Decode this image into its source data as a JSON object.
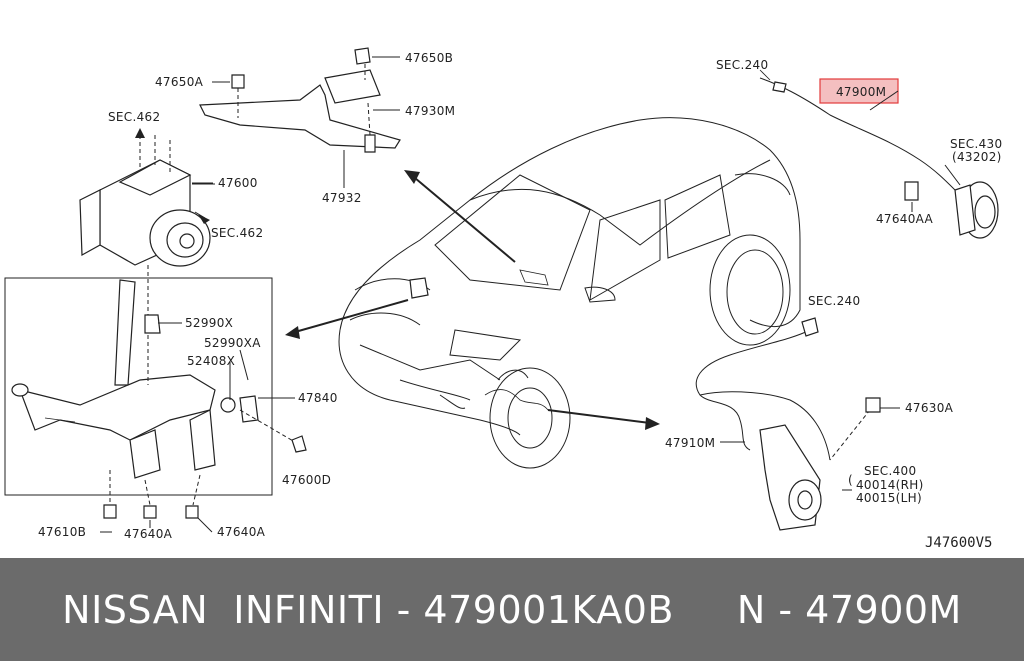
{
  "diagram": {
    "labels": {
      "sec_240_top": "SEC.240",
      "part_47900m": "47900M",
      "sec_430": "SEC.430",
      "part_43202": "(43202)",
      "part_47640aa": "47640AA",
      "part_47650a": "47650A",
      "part_47650b": "47650B",
      "part_47930m": "47930M",
      "part_47932": "47932",
      "sec_462_top": "SEC.462",
      "part_47600": "47600",
      "sec_462_side": "SEC.462",
      "part_52990x": "52990X",
      "part_52990xa": "52990XA",
      "part_52408x": "52408X",
      "part_47840": "47840",
      "part_47600d": "47600D",
      "part_47610b": "47610B",
      "part_47640a_left": "47640A",
      "part_47640a_right": "47640A",
      "sec_240_mid": "SEC.240",
      "part_47630a": "47630A",
      "part_47910m": "47910M",
      "sec_400": "SEC.400",
      "part_40014": "40014(RH)",
      "part_40015": "40015(LH)",
      "diagram_code": "J47600V5"
    },
    "highlight_color": "#e23b3b",
    "highlight_fill": "#f4bfc0"
  },
  "footer": {
    "text": "NISSAN  INFINITI - 479001KA0B     N - 47900M",
    "background": "#6b6b6b"
  }
}
